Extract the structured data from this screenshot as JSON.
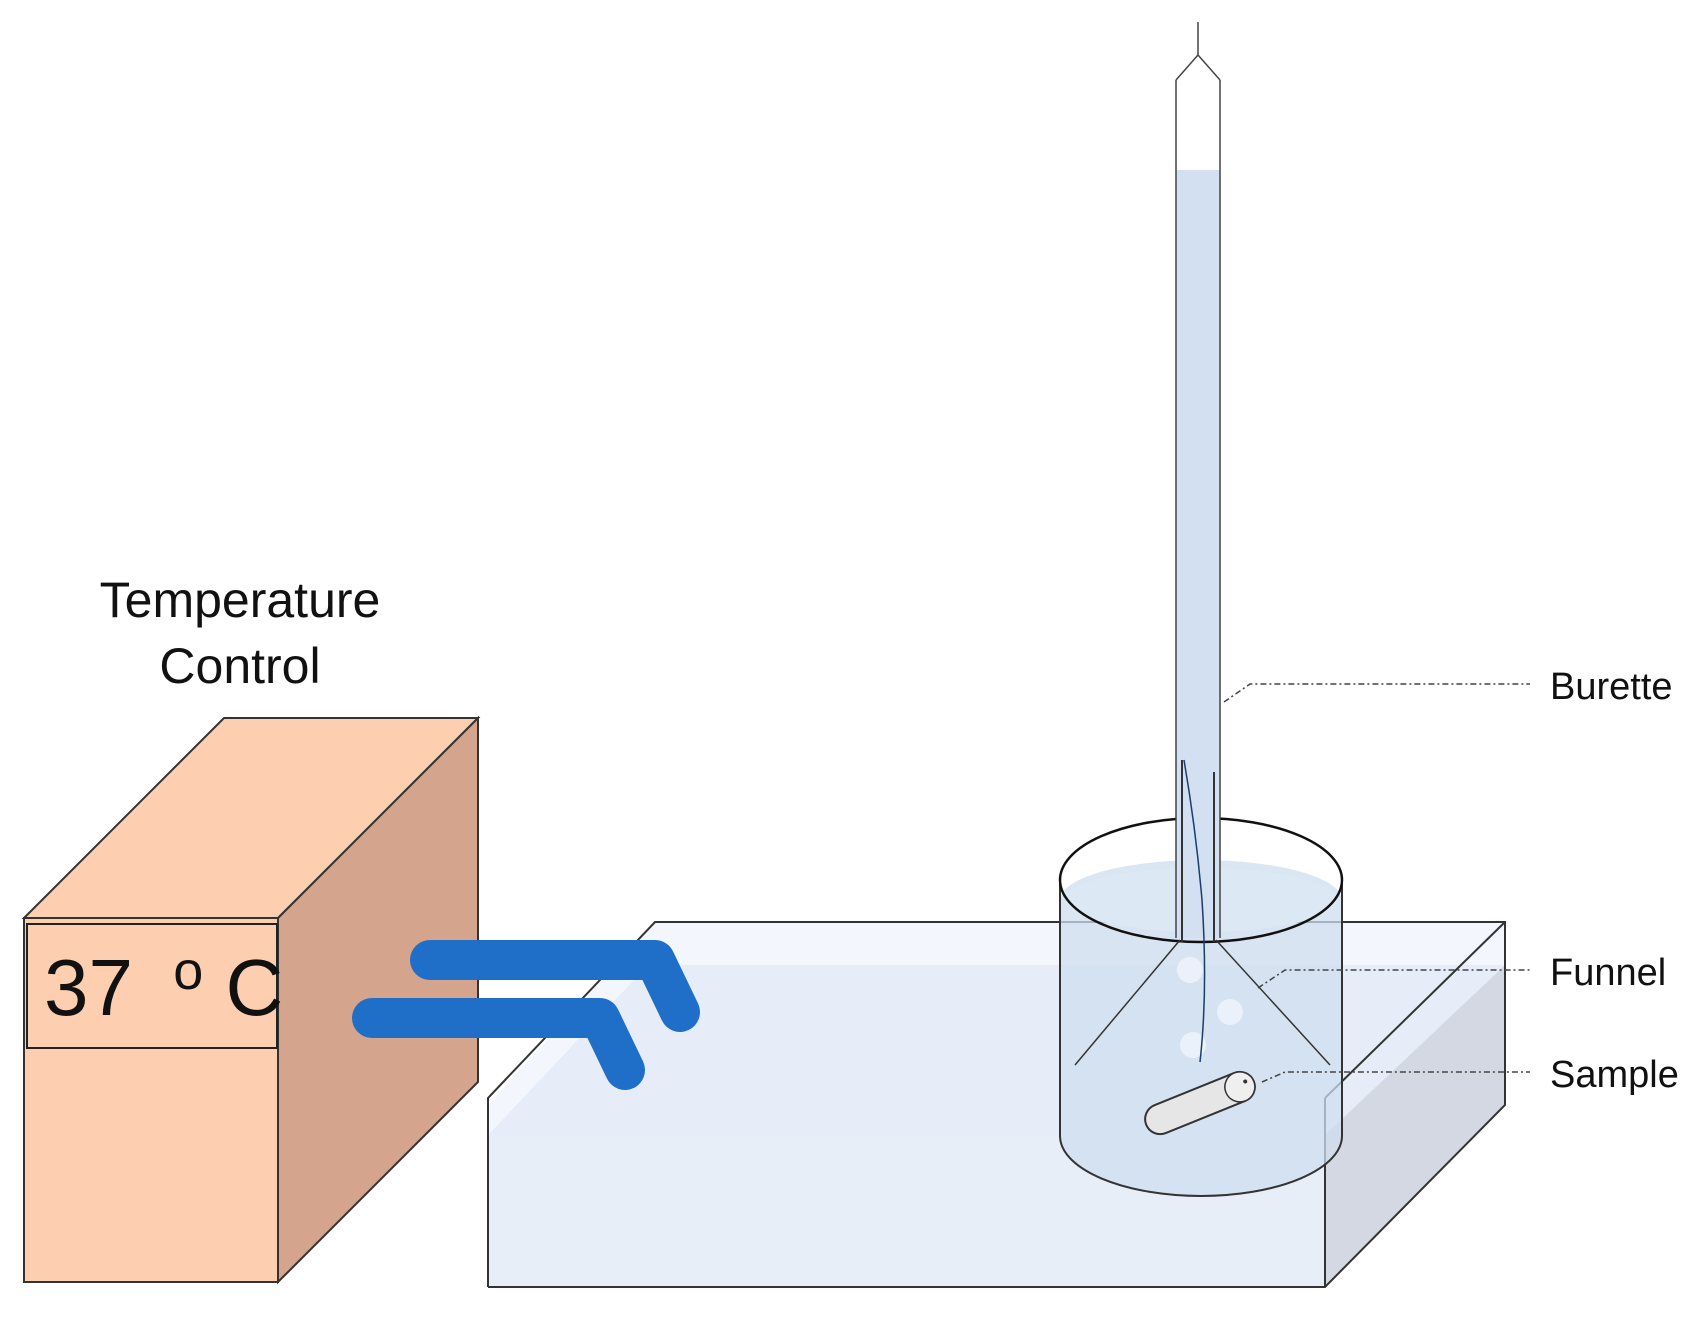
{
  "temperature_control": {
    "title_line1": "Temperature",
    "title_line2": "Control",
    "display_value": "37",
    "display_unit_sup": "o",
    "display_unit": "C"
  },
  "callouts": {
    "burette": "Burette",
    "funnel": "Funnel",
    "sample": "Sample"
  },
  "colors": {
    "box_front": "#fdcfb0",
    "box_side": "#d4a48c",
    "hose": "#1f6fc9",
    "water": "#dbe6f5",
    "burette_fill": "#d2e0f1",
    "outline": "#333333"
  },
  "icons": [
    "temperature-control-unit-icon",
    "water-hose-icon",
    "water-bath-icon",
    "beaker-icon",
    "burette-icon",
    "funnel-icon",
    "sample-cylinder-icon",
    "air-bubble-icon"
  ]
}
